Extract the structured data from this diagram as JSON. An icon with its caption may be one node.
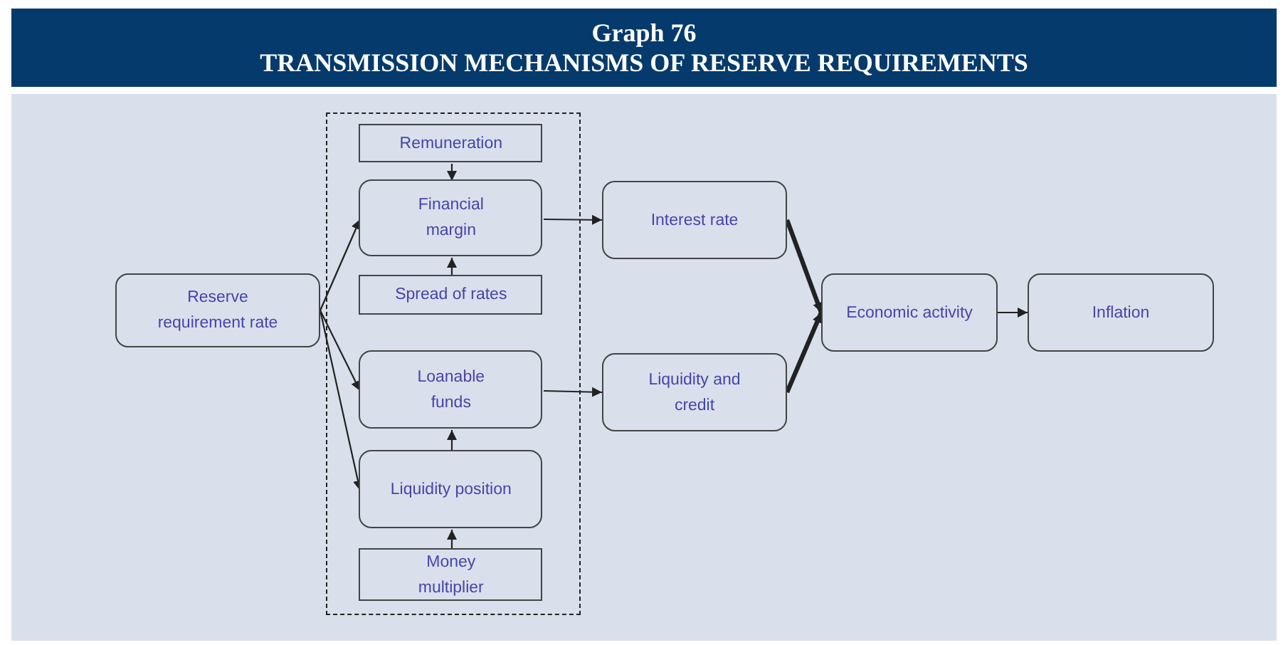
{
  "diagram": {
    "title": "Graph 76",
    "nodes": [
      {
        "text": [],
        "shape": "box"
      },
      {
        "text": [
          "Reserve requirement rate"
        ]
      },
      {
        "text": [
          "Remuneration"
        ],
        "in": 0
      },
      {
        "text": [
          "Financial margin"
        ],
        "in": 0
      },
      {
        "text": [
          "Spread of rates"
        ],
        "in": 0
      },
      {
        "text": [
          "Loanable funds"
        ],
        "in": 0
      },
      {
        "text": [
          "Liquidity position"
        ],
        "in": 0
      },
      {
        "text": [
          "Money multiplier"
        ],
        "in": 0
      },
      {
        "text": [
          "Interest rate"
        ]
      },
      {
        "text": [
          "Liquidity and credit"
        ]
      },
      {
        "text": [
          "Economic activity"
        ]
      },
      {
        "text": [
          "Inflation"
        ]
      }
    ],
    "edges": [
      {
        "from": 1,
        "to": 3,
        "arrow": "to"
      },
      {
        "from": 1,
        "to": 5,
        "arrow": "to"
      },
      {
        "from": 1,
        "to": 6,
        "arrow": "to"
      },
      {
        "from": 2,
        "to": 3,
        "arrow": "to"
      },
      {
        "from": 4,
        "to": 3,
        "arrow": "to"
      },
      {
        "from": 6,
        "to": 5,
        "arrow": "to"
      },
      {
        "from": 7,
        "to": 6,
        "arrow": "to"
      },
      {
        "from": 3,
        "to": 8,
        "arrow": "to"
      },
      {
        "from": 5,
        "to": 9,
        "arrow": "to"
      },
      {
        "from": 8,
        "to": 10,
        "arrow": "to",
        "style": "thick"
      },
      {
        "from": 9,
        "to": 10,
        "arrow": "to",
        "style": "thick"
      },
      {
        "from": 10,
        "to": 11,
        "arrow": "to"
      }
    ],
    "labels": [
      "TRANSMISSION MECHANISMS OF RESERVE REQUIREMENTS"
    ]
  }
}
